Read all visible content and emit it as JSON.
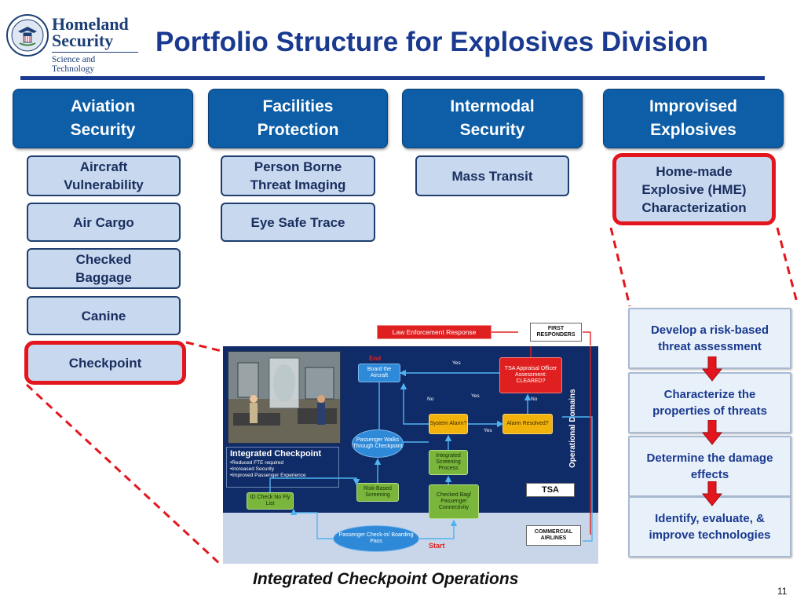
{
  "logo": {
    "line1": "Homeland",
    "line2": "Security",
    "subtitle": "Science and Technology",
    "seal_icon": "dhs-seal-icon"
  },
  "title": "Portfolio Structure for Explosives Division",
  "columns": [
    {
      "header": "Aviation Security",
      "items": [
        "Aircraft Vulnerability",
        "Air Cargo",
        "Checked Baggage",
        "Canine",
        "Checkpoint"
      ],
      "highlighted_item": "Checkpoint"
    },
    {
      "header": "Facilities Protection",
      "items": [
        "Person Borne Threat Imaging",
        "Eye Safe Trace"
      ]
    },
    {
      "header": "Intermodal Security",
      "items": [
        "Mass Transit"
      ]
    },
    {
      "header": "Improvised Explosives",
      "items": [
        "Home-made Explosive (HME) Characterization"
      ],
      "highlighted_item": "Home-made Explosive (HME) Characterization"
    }
  ],
  "hme_steps": [
    "Develop a risk-based threat assessment",
    "Characterize the properties of threats",
    "Determine the damage effects",
    "Identify, evaluate, & improve technologies"
  ],
  "checkpoint_diagram": {
    "law_enforcement": "Law Enforcement Response",
    "first_responders": "FIRST RESPONDERS",
    "end_label": "End",
    "start_label": "Start",
    "board": "Board the Aircraft",
    "tsa_appraisal": "TSA Appraisal Officer Assessment: CLEARED?",
    "system_alarm": "System Alarm?",
    "alarm_resolved": "Alarm Resolved?",
    "walks_through": "Passenger Walks Through Checkpoint",
    "integrated_screening": "Integrated Screening Process",
    "risk_based": "Risk-Based Screening",
    "checked_bag": "Checked Bag/ Passenger Connectivity",
    "id_check": "ID Check No Fly List",
    "check_in": "Passenger Check-in/ Boarding Pass",
    "operational_domains": "Operational Domains",
    "tsa": "TSA",
    "commercial_airlines": "COMMERCIAL AIRLINES",
    "yes": "Yes",
    "no": "No",
    "panel_title": "Integrated Checkpoint",
    "panel_bullets": [
      "Reduced FTE required",
      "Increased Security",
      "Improved Passenger Experience"
    ]
  },
  "caption": "Integrated Checkpoint Operations",
  "page_number": "11",
  "colors": {
    "title_blue": "#1a3a8f",
    "header_blue": "#0d5ea6",
    "sub_fill": "#c7d8ef",
    "highlight_red": "#e4161d"
  }
}
